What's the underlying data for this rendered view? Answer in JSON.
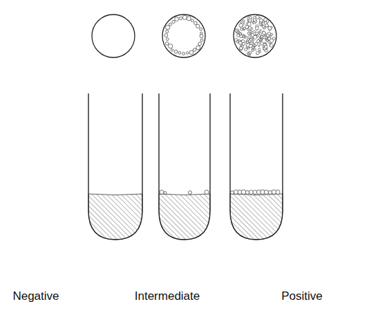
{
  "diagram": {
    "labels": [
      "Negative",
      "Intermediate",
      "Positive"
    ]
  }
}
